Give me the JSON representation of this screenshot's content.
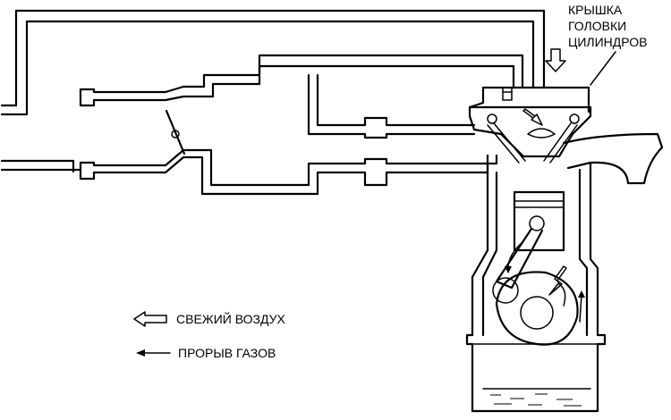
{
  "diagram": {
    "callout": {
      "line1": "КРЫШКА",
      "line2": "ГОЛОВКИ",
      "line3": "ЦИЛИНДРОВ"
    },
    "legend": {
      "fresh_air": "СВЕЖИЙ ВОЗДУХ",
      "blow_by": "ПРОРЫВ ГАЗОВ"
    },
    "colors": {
      "line": "#000000",
      "background": "#ffffff"
    }
  }
}
